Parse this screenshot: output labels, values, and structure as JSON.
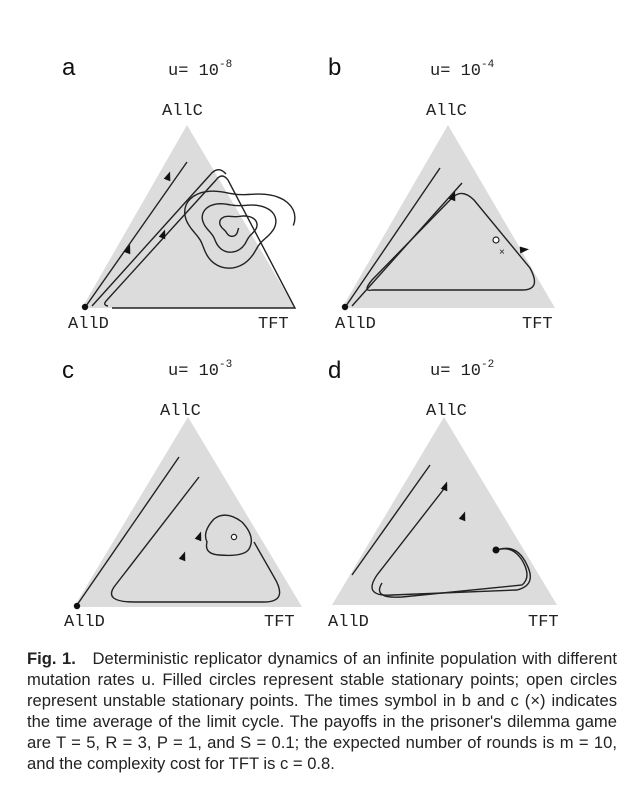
{
  "panels": [
    {
      "id": "a",
      "mutation": "u= 10",
      "exp": "-8",
      "top": "AllC",
      "left": "AllD",
      "right": "TFT"
    },
    {
      "id": "b",
      "mutation": "u= 10",
      "exp": "-4",
      "top": "AllC",
      "left": "AllD",
      "right": "TFT"
    },
    {
      "id": "c",
      "mutation": "u= 10",
      "exp": "-3",
      "top": "AllC",
      "left": "AllD",
      "right": "TFT"
    },
    {
      "id": "d",
      "mutation": "u= 10",
      "exp": "-2",
      "top": "AllC",
      "left": "AllD",
      "right": "TFT"
    }
  ],
  "caption": {
    "label": "Fig. 1.",
    "text": "Deterministic replicator dynamics of an infinite population with different mutation rates u. Filled circles represent stable stationary points; open circles represent unstable stationary points. The times symbol in b and c (×) indicates the time average of the limit cycle. The payoffs in the prisoner's dilemma game are T = 5, R = 3, P = 1, and S = 0.1; the expected number of rounds is m = 10, and the complexity cost for TFT is c = 0.8."
  }
}
